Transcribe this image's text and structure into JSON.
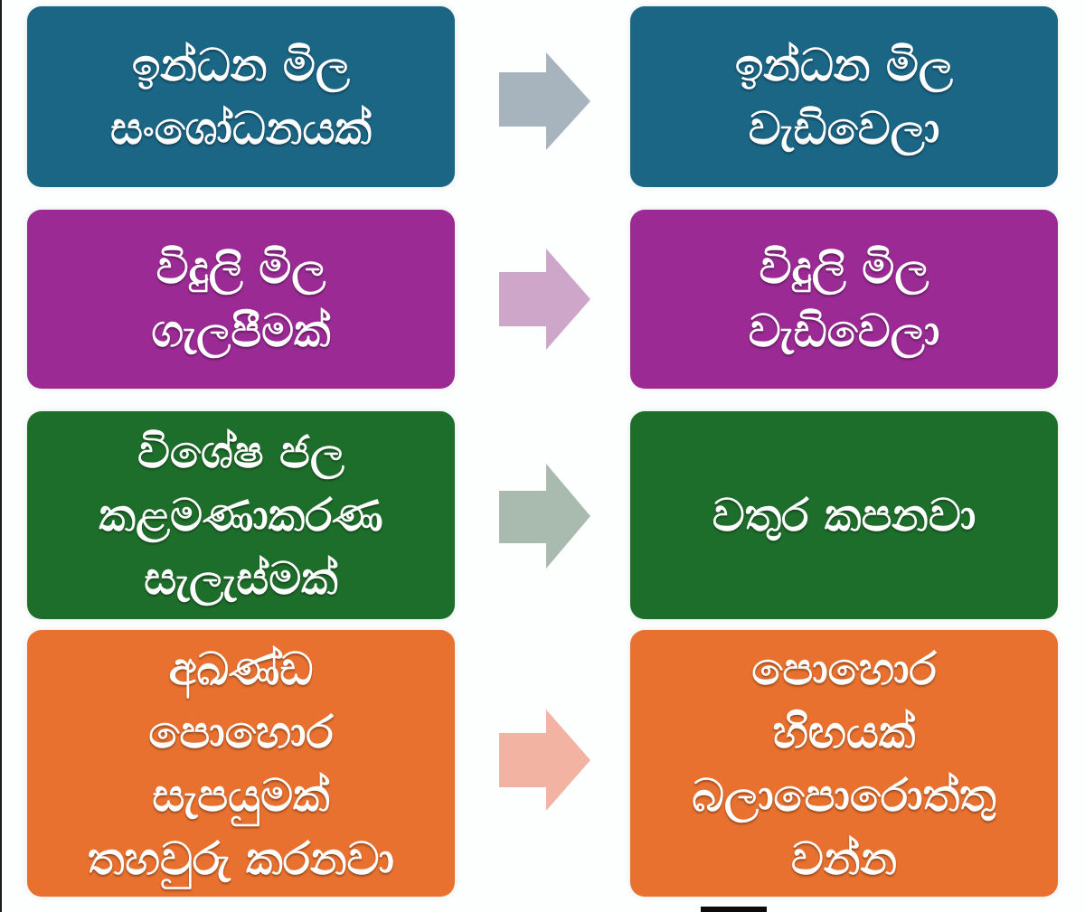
{
  "colors": {
    "background": "#fdfefe",
    "row_fuel": "#1b6585",
    "row_electricity": "#9b2a95",
    "row_water": "#1e6e2b",
    "row_fertilizer": "#e8712f",
    "arrow_fuel": "#a7b3bd",
    "arrow_electricity": "#cea6c9",
    "arrow_water": "#a8bbae",
    "arrow_fertilizer": "#f2b3a3",
    "text": "#ffffff"
  },
  "rows": [
    {
      "id": "fuel",
      "cause": {
        "lines": [
          "ඉන්ධන මිල",
          "සංශෝධනයක්"
        ]
      },
      "arrow_icon": "arrow-right-icon",
      "effect": {
        "lines": [
          "ඉන්ධන මිල",
          "වැඩිවෙලා"
        ]
      }
    },
    {
      "id": "electricity",
      "cause": {
        "lines": [
          "විදුලි මිල",
          "ගැලපීමක්"
        ]
      },
      "arrow_icon": "arrow-right-icon",
      "effect": {
        "lines": [
          "විදුලි මිල",
          "වැඩිවෙලා"
        ]
      }
    },
    {
      "id": "water",
      "cause": {
        "lines": [
          "විශේෂ ජල",
          "කළමණාකරණ",
          "සැලැස්මක්"
        ]
      },
      "arrow_icon": "arrow-right-icon",
      "effect": {
        "lines": [
          "වතුර කපනවා"
        ]
      }
    },
    {
      "id": "fertilizer",
      "cause": {
        "lines": [
          "අඛණ්ඩ",
          "පොහොර",
          "සැපයුමක්",
          "තහවුරු කරනවා"
        ]
      },
      "arrow_icon": "arrow-right-icon",
      "effect": {
        "lines": [
          "පොහොර",
          "හිඟයක්",
          "බලාපොරොත්තු",
          "වන්න"
        ]
      }
    }
  ]
}
